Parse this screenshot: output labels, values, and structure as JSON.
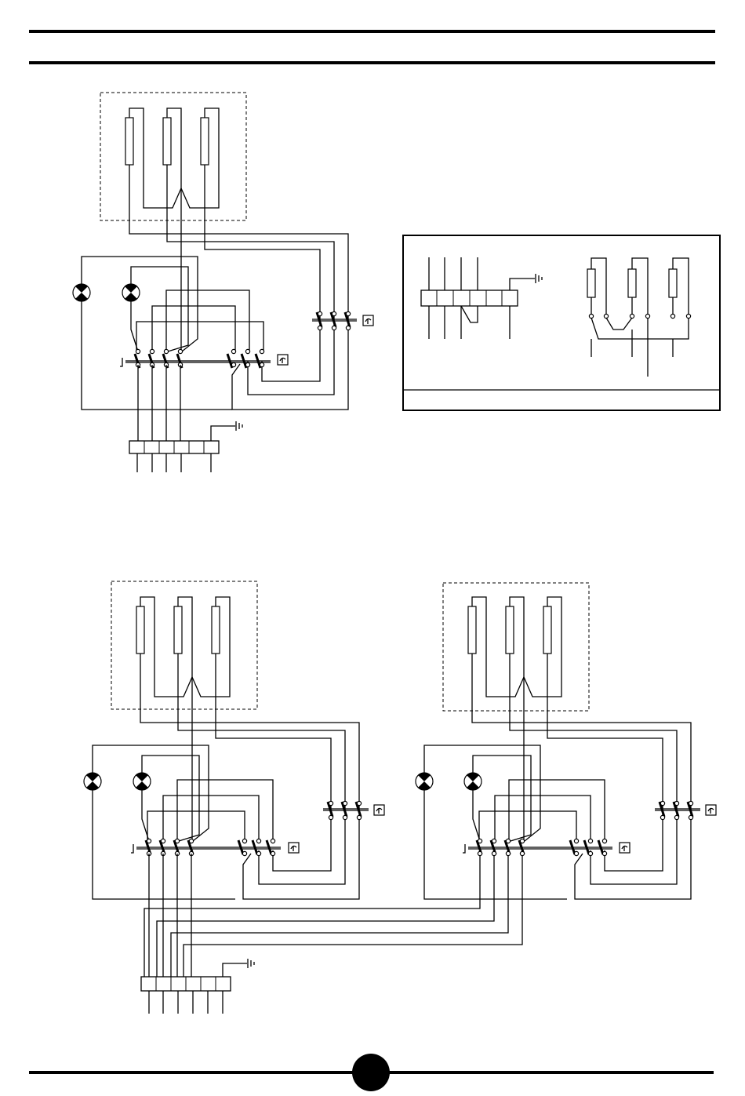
{
  "page": {
    "number": ""
  },
  "colors": {
    "ink": "#000000",
    "paper": "#ffffff"
  },
  "diagrams": [
    {
      "id": "single-hob-wiring",
      "heating_elements": 3,
      "indicator_lamps": 2,
      "terminal_block_cells": 6
    },
    {
      "id": "connection-option-inset",
      "heating_elements": 3,
      "terminal_block_cells": 6
    },
    {
      "id": "double-hob-wiring-left",
      "heating_elements": 3,
      "indicator_lamps": 2
    },
    {
      "id": "double-hob-wiring-right",
      "heating_elements": 3,
      "indicator_lamps": 2
    }
  ],
  "symbols": {
    "heating_element": "resistor-icon",
    "indicator_lamp": "lamp-icon",
    "thermostat": "thermostat-icon",
    "earth": "ground-icon",
    "terminal": "terminal-icon",
    "switch": "switch-blade-icon"
  }
}
